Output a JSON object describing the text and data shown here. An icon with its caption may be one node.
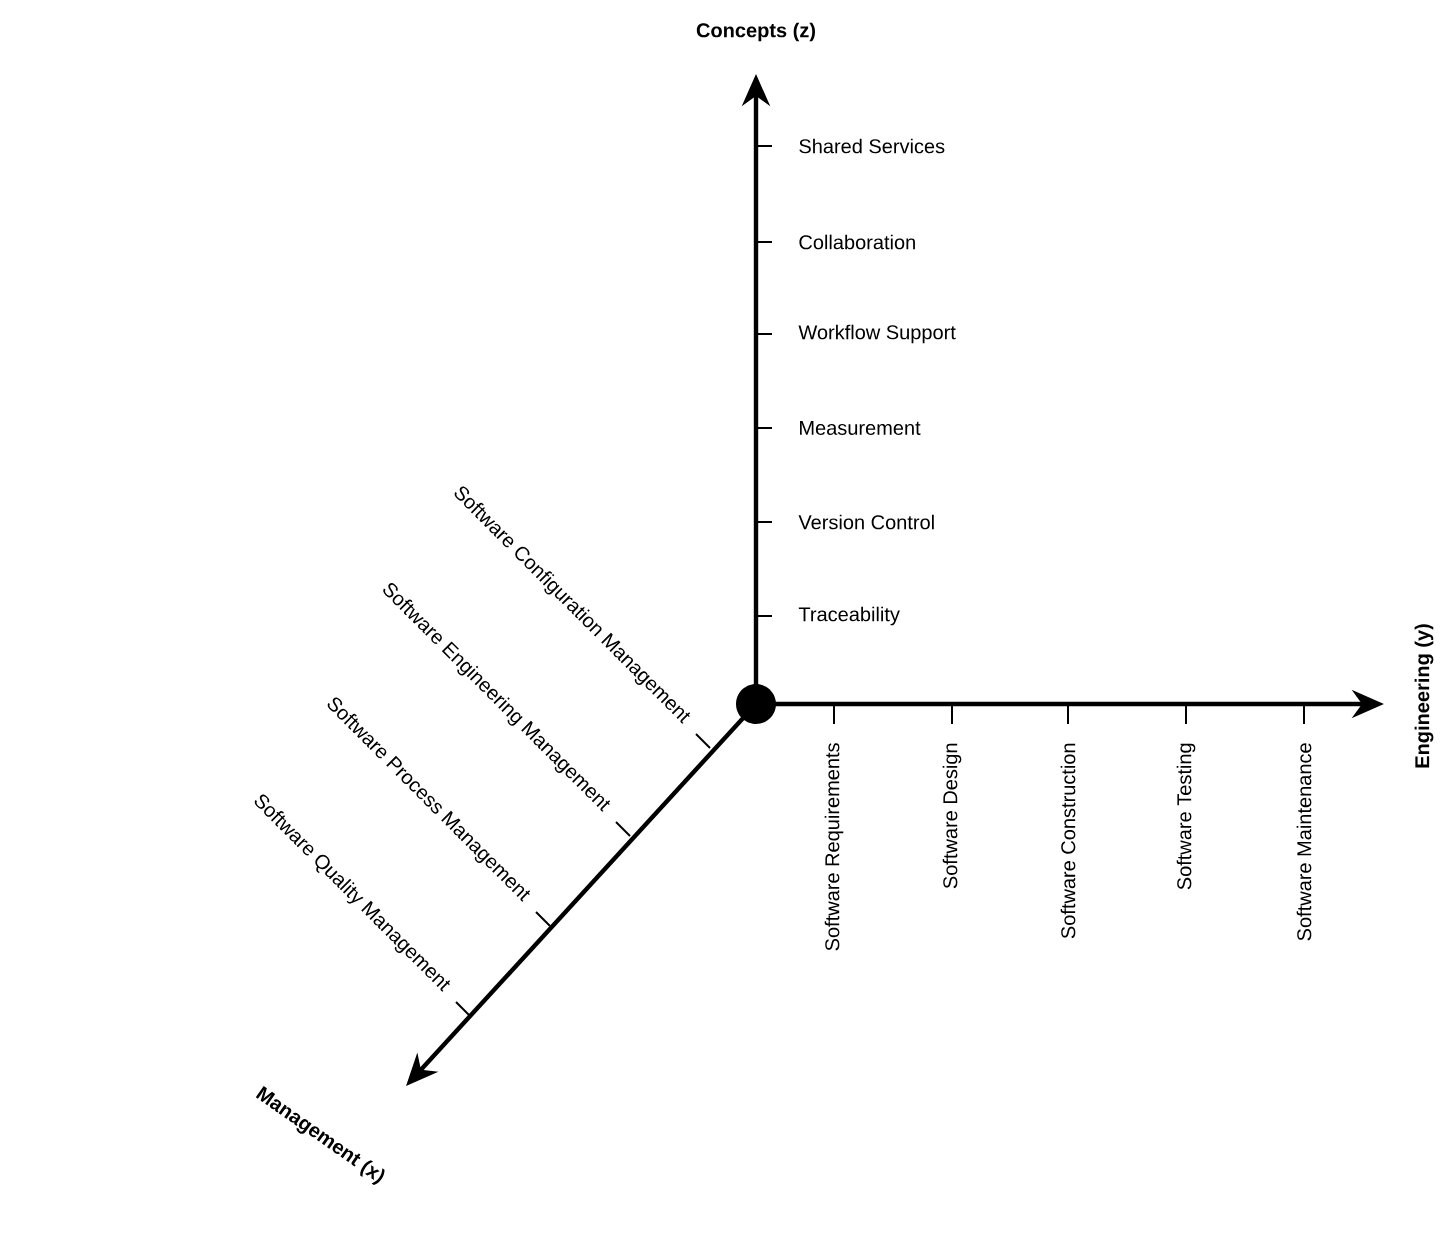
{
  "diagram": {
    "labels": [
      "Concepts (z)",
      "Shared Services",
      "Collaboration",
      "Workflow Support",
      "Measurement",
      "Version Control",
      "Traceability",
      "Software Configuration Management",
      "Software Engineering Management",
      "Software Process Management",
      "Software Quality Management",
      "Engineering (y)",
      "Software Requirements",
      "Software Design",
      "Software Construction",
      "Software Testing",
      "Software Maintenance",
      "Management (x)"
    ]
  }
}
